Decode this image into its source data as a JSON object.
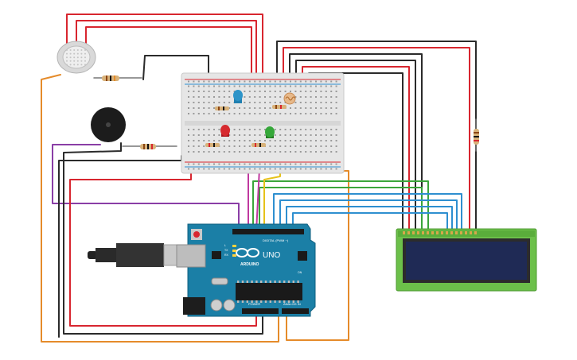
{
  "arduino": {
    "brand": "ARDUINO",
    "model": "UNO",
    "header_digital": "DIGITAL (PWM ~)",
    "header_power": "POWER",
    "header_analog": "ANALOG IN",
    "tx_label": "TX",
    "rx_label": "RX",
    "l_label": "L",
    "on_label": "ON"
  },
  "colors": {
    "wire_red": "#d8262f",
    "wire_black": "#2b2b2b",
    "wire_orange": "#e58b2a",
    "wire_purple": "#8a3ea6",
    "wire_yellow": "#e6c21a",
    "wire_green": "#3aa53a",
    "wire_blue": "#2e8fd0",
    "wire_magenta": "#c0399f",
    "arduino_board": "#1b7fa6",
    "lcd_board": "#6cc04a",
    "lcd_screen": "#1f2a55",
    "breadboard": "#e6e6e6"
  },
  "components": {
    "gas_sensor": "gas-sensor",
    "buzzer": "piezo-buzzer",
    "breadboard": "breadboard",
    "led_blue": "blue-led",
    "led_red": "red-led",
    "led_green": "green-led",
    "photoresistor": "photoresistor",
    "lcd": "lcd-16x2",
    "usb_cable": "usb-cable"
  }
}
